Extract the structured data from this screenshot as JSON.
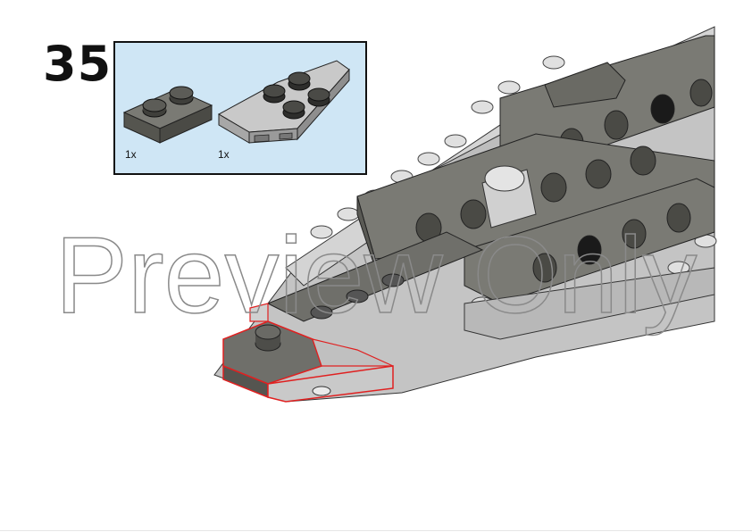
{
  "step": {
    "number": "35"
  },
  "parts": [
    {
      "name": "plate-2x1-dark-gray",
      "qty": "1x",
      "color": "#6b6b66"
    },
    {
      "name": "wedge-plate-light-gray",
      "qty": "1x",
      "color": "#b8b8b8"
    }
  ],
  "watermark": {
    "text": "Preview Only"
  },
  "colors": {
    "panel_bg": "#cfe6f5",
    "dark_gray": "#6b6b66",
    "light_gray": "#c4c4c4",
    "highlight": "#e02020"
  }
}
